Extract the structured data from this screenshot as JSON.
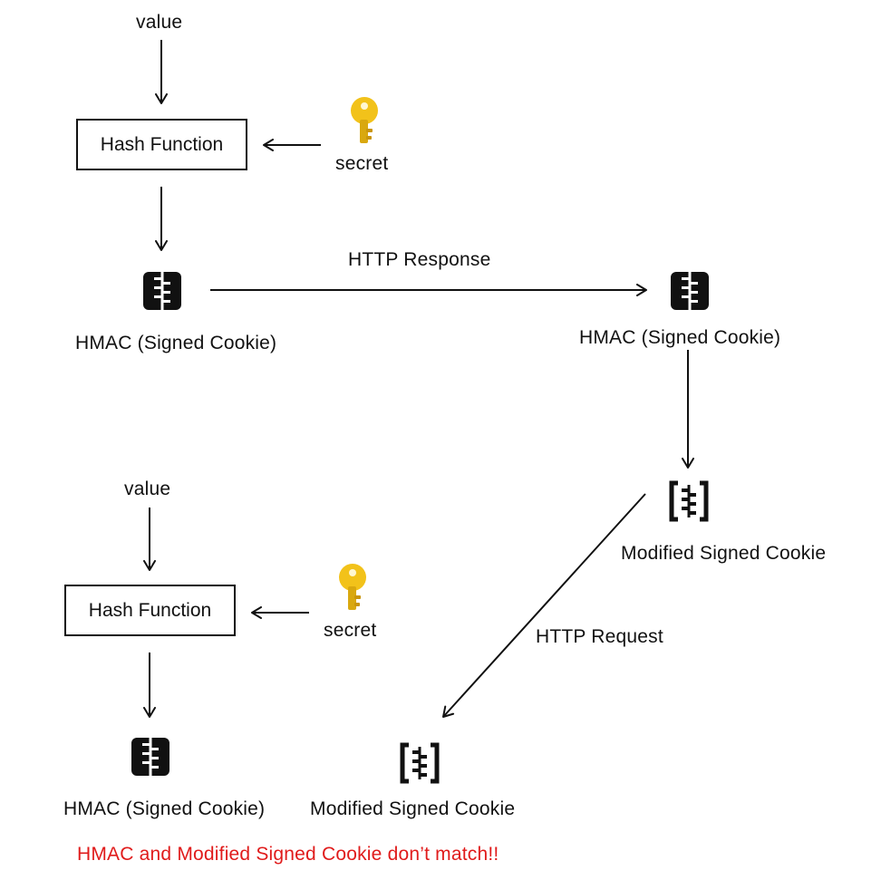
{
  "top": {
    "value_label": "value",
    "hash_function_label": "Hash Function",
    "secret_label": "secret",
    "hmac_label": "HMAC (Signed Cookie)",
    "transfer_label": "HTTP Response",
    "received_hmac_label": "HMAC (Signed Cookie)"
  },
  "right": {
    "modified_cookie_label": "Modified Signed Cookie",
    "request_label": "HTTP Request"
  },
  "bottom": {
    "value_label": "value",
    "hash_function_label": "Hash Function",
    "secret_label": "secret",
    "hmac_label": "HMAC (Signed Cookie)",
    "modified_cookie_label": "Modified Signed Cookie"
  },
  "result": {
    "mismatch_message": "HMAC and Modified Signed Cookie don’t match!!"
  },
  "colors": {
    "key_gold": "#f2c21a",
    "key_dark_gold": "#c9950c",
    "warning_red": "#e01b1b",
    "ink": "#111111"
  },
  "icons": {
    "key": "key-icon",
    "cookie": "zipper-cookie-icon",
    "modified_cookie": "bracketed-zipper-cookie-icon"
  }
}
